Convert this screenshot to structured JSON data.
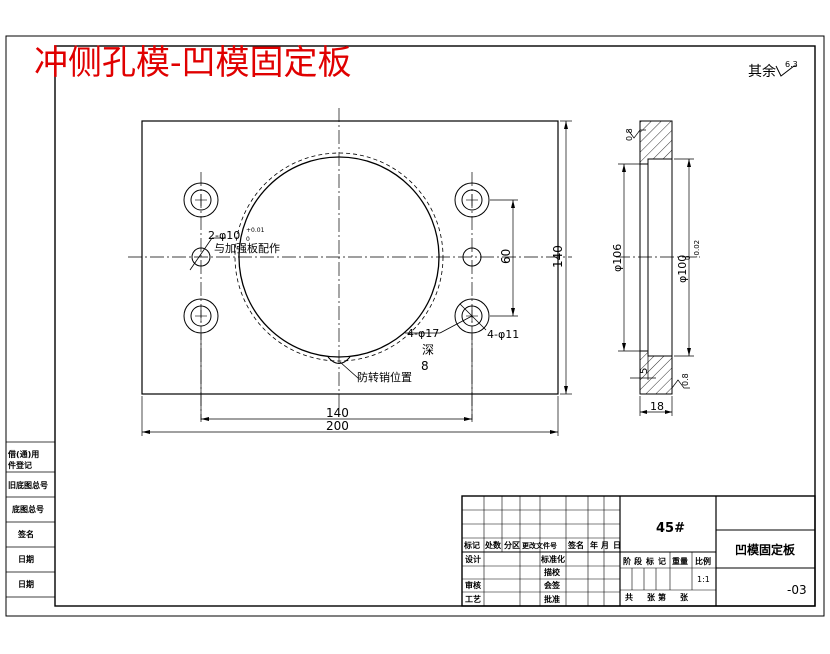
{
  "title": "冲侧孔模-凹模固定板",
  "roughness": {
    "prefix": "其余",
    "value": "6.3"
  },
  "front_view": {
    "dim_width_inner": "140",
    "dim_width_outer": "200",
    "dim_height_outer": "140",
    "dim_height_inner": "60",
    "note_dowel": "2-φ10",
    "note_dowel_tol_upper": "+0.01",
    "note_dowel_tol_lower": "0",
    "note_dowel_text": "与加强板配作",
    "note_cbore": "4-φ17",
    "note_depth_label": "深",
    "note_depth_value": "8",
    "note_thru": "4-φ11",
    "note_pin": "防转销位置"
  },
  "section_view": {
    "dim_inner": "φ106",
    "dim_bore": "φ100",
    "dim_bore_tol_upper": "0",
    "dim_bore_tol_lower": "-0.02",
    "dim_thickness": "18",
    "dim_step": "5",
    "surf_top": "0.8",
    "surf_bottom": "0.8"
  },
  "left_strip": [
    "借(通)用",
    "件登记",
    "旧底图总号",
    "底图总号",
    "签名",
    "日期",
    "日期"
  ],
  "title_block": {
    "material": "45#",
    "part_name": "凹模固定板",
    "drawing_no": "-03",
    "scale": "1:1",
    "row_headers": [
      "标记",
      "处数",
      "分区",
      "更改文件号",
      "签名",
      "年",
      "月",
      "日"
    ],
    "designer": "设计",
    "standard": "标准化",
    "drafter": "描校",
    "reviewer": "审核",
    "countersign": "会签",
    "process": "工艺",
    "approve": "批准",
    "stage_headers": [
      "阶",
      "段",
      "标",
      "记",
      "重量",
      "比例"
    ],
    "sheet_total": "共",
    "sheet_total_unit": "张",
    "sheet_no": "第",
    "sheet_no_unit": "张"
  }
}
